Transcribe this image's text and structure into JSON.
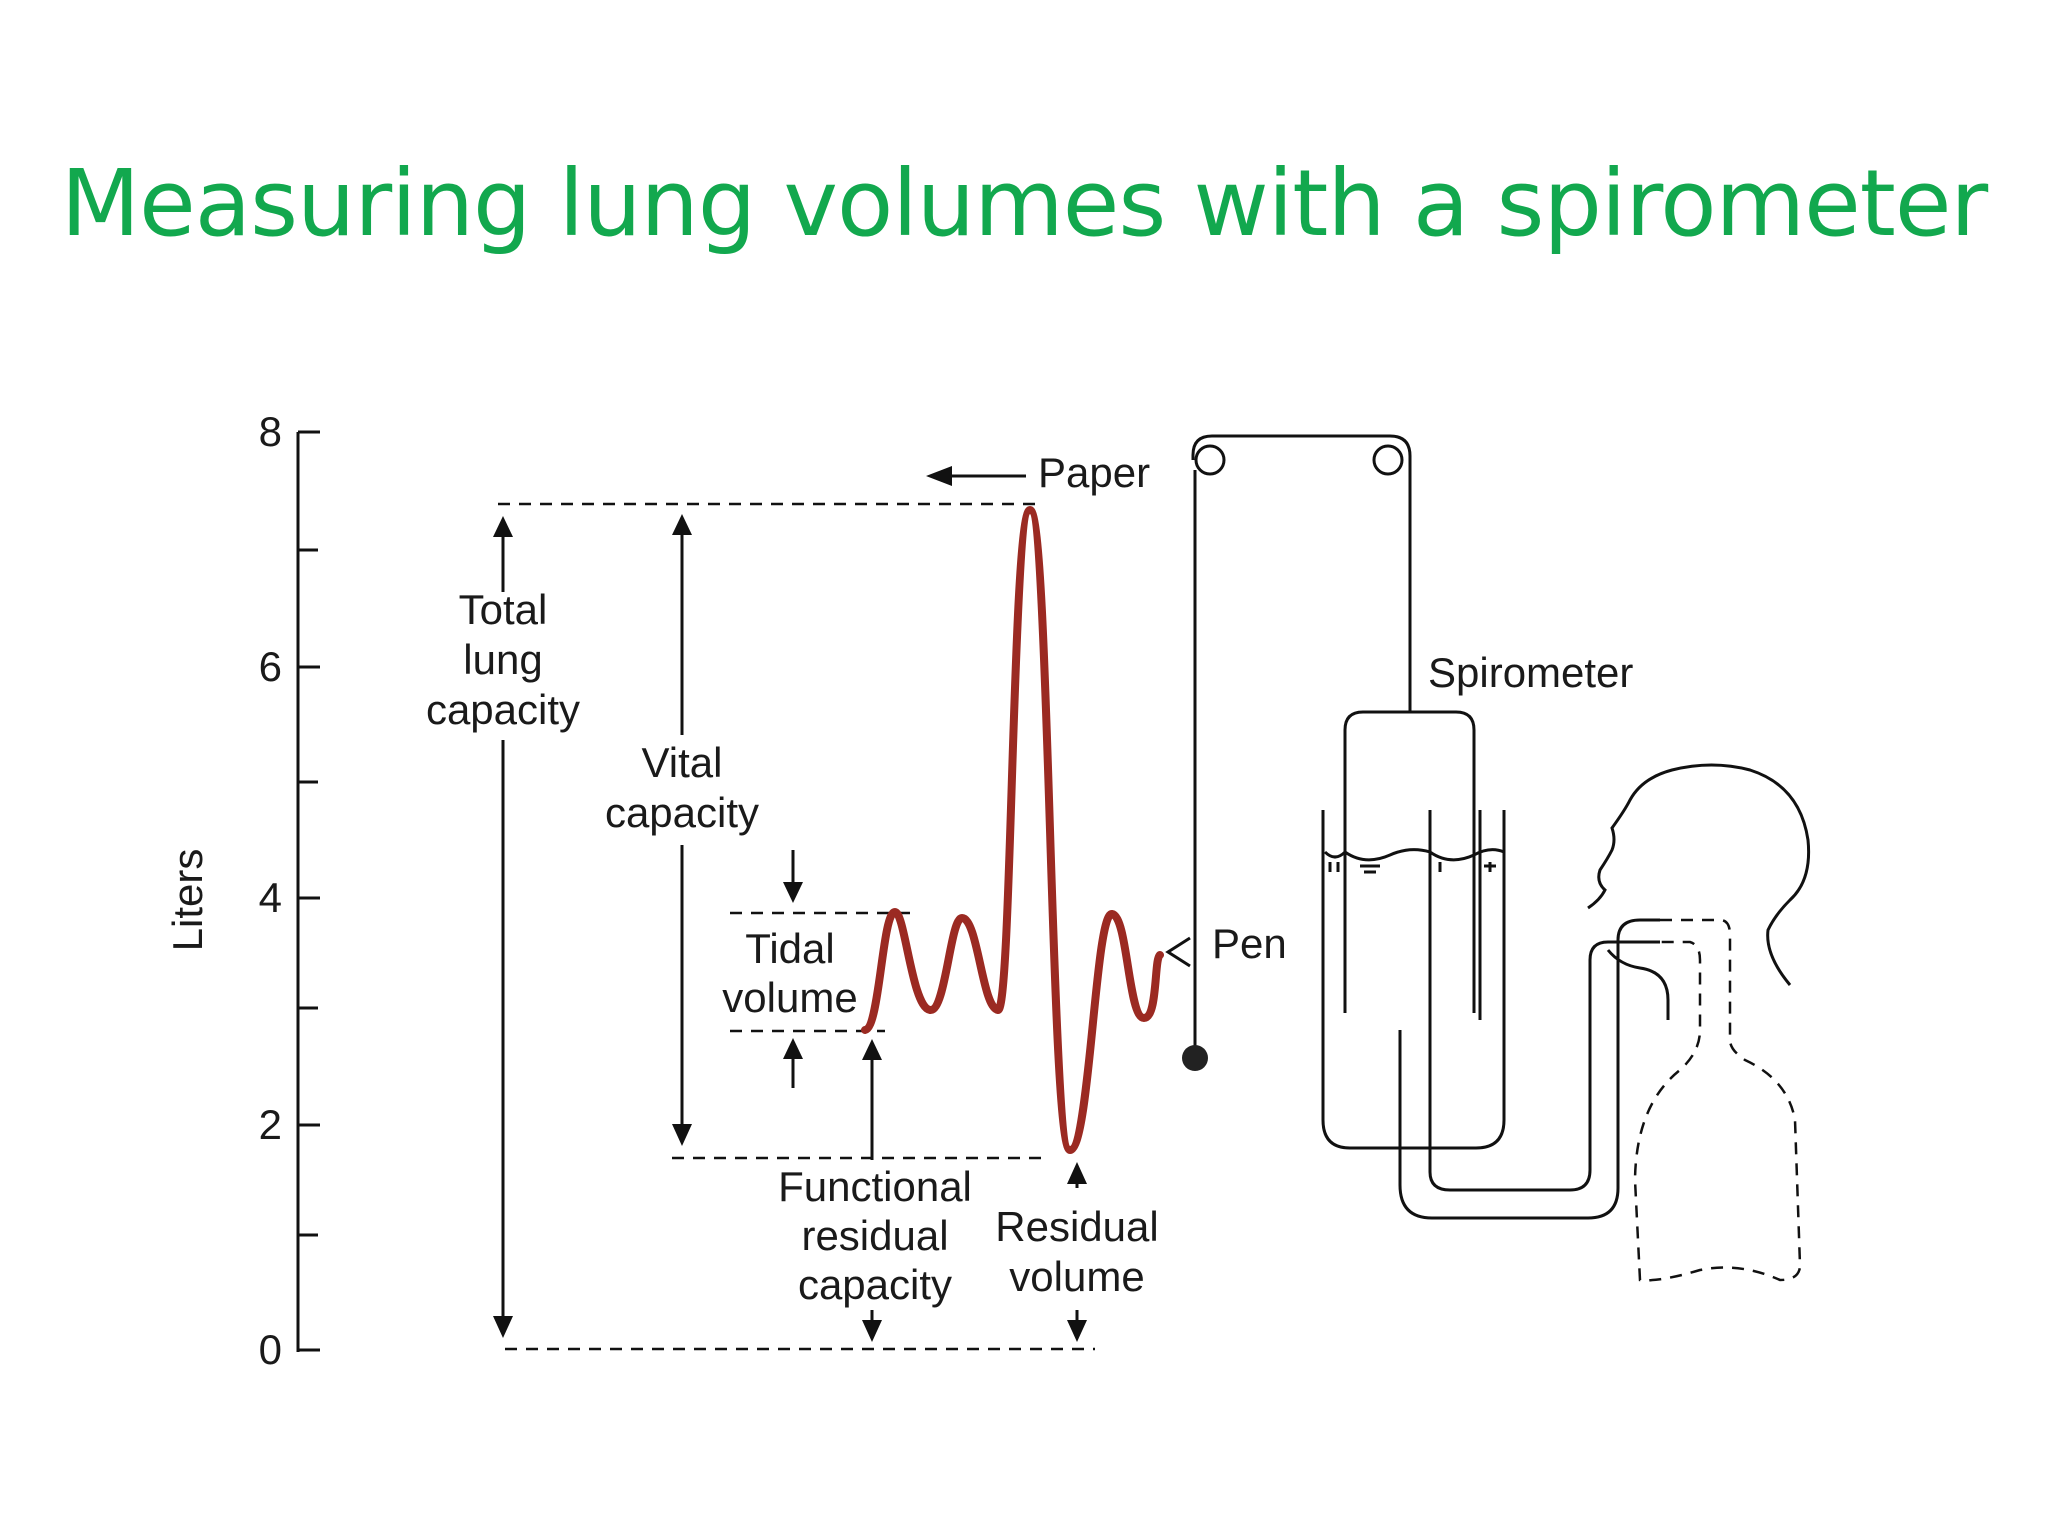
{
  "title": "Measuring lung volumes with a spirometer",
  "axis": {
    "label": "Liters",
    "ticks": [
      "8",
      "6",
      "4",
      "2",
      "0"
    ]
  },
  "labels": {
    "paper": "Paper",
    "total_lung_capacity": [
      "Total",
      "lung",
      "capacity"
    ],
    "vital_capacity": [
      "Vital",
      "capacity"
    ],
    "tidal_volume": [
      "Tidal",
      "volume"
    ],
    "functional_residual_capacity": [
      "Functional",
      "residual",
      "capacity"
    ],
    "residual_volume": [
      "Residual",
      "volume"
    ],
    "spirometer": "Spirometer",
    "pen": "Pen"
  },
  "colors": {
    "title": "#12a84e",
    "trace": "#9b2a22",
    "ink": "#111111"
  }
}
